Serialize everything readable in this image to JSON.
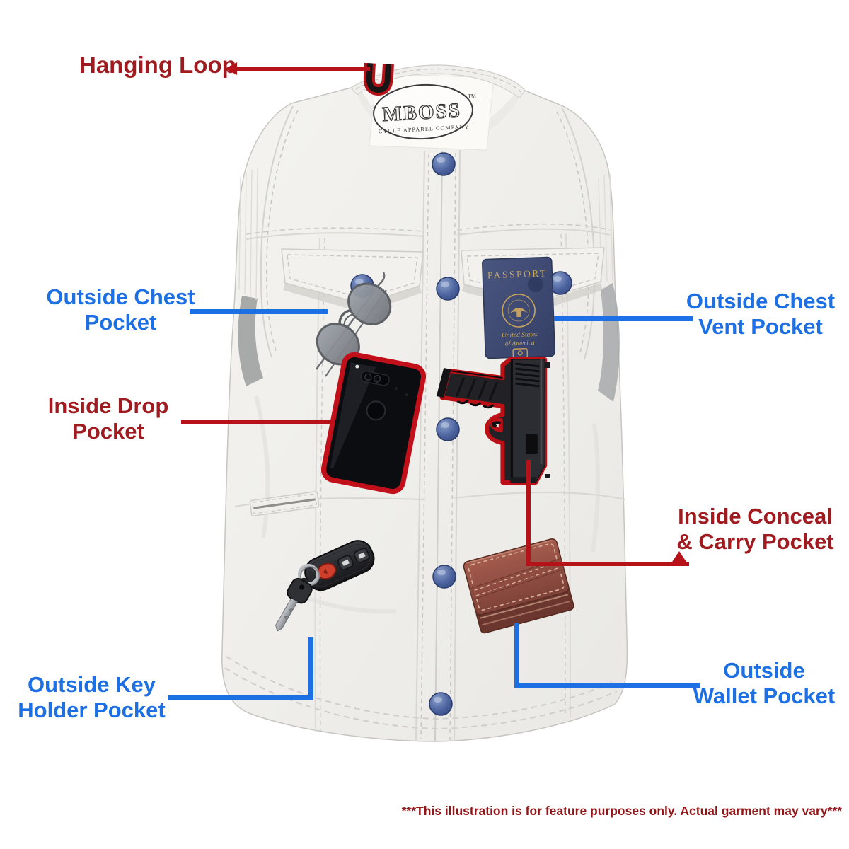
{
  "callouts": {
    "hanging_loop": {
      "text": "Hanging Loop"
    },
    "outside_chest": {
      "line1": "Outside Chest",
      "line2": "Pocket"
    },
    "inside_drop": {
      "line1": "Inside Drop",
      "line2": "Pocket"
    },
    "outside_key": {
      "line1": "Outside Key",
      "line2": "Holder Pocket"
    },
    "chest_vent": {
      "line1": "Outside Chest",
      "line2": "Vent Pocket"
    },
    "conceal_carry": {
      "line1": "Inside Conceal",
      "line2": "& Carry Pocket"
    },
    "wallet": {
      "line1": "Outside",
      "line2": "Wallet Pocket"
    }
  },
  "footer": {
    "disclaimer": "***This illustration is for feature purposes only.  Actual garment may vary***"
  },
  "passport": {
    "title": "PASSPORT",
    "line1": "United States",
    "line2": "of America"
  },
  "brand_tag": {
    "name": "MBOSS",
    "tm": "TM",
    "subtitle": "CYCLE APPAREL COMPANY"
  },
  "items": [
    "hanging loop",
    "aviator sunglasses",
    "US passport",
    "smartphone in drop pocket",
    "concealed handgun",
    "car key with remote fob",
    "leather bifold wallet"
  ],
  "colors": {
    "callout_blue": "#1d6fe4",
    "callout_red": "#a01b1f",
    "connector_red": "#b5121a",
    "item_outline_red": "#c2101a",
    "snap_blue": "#4a64a4",
    "disclaimer_red": "#941418",
    "passport_navy": "#3e4a72",
    "passport_gold": "#c5a25c",
    "wallet_brown": "#8e4a3d",
    "vest_white": "#f2f1ed"
  }
}
